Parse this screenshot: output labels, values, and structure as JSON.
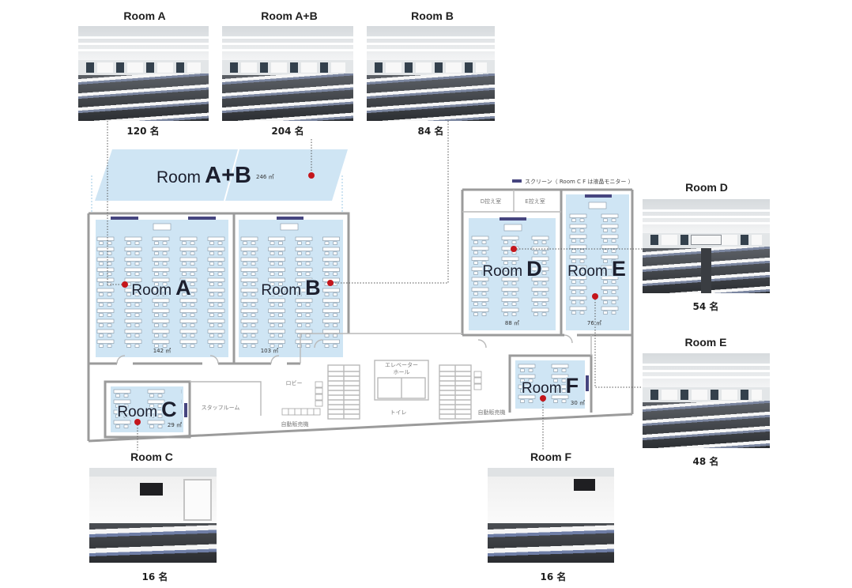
{
  "photos": {
    "room_a": {
      "label": "Room A",
      "capacity": "120 名"
    },
    "room_ab": {
      "label": "Room A+B",
      "capacity": "204 名"
    },
    "room_b": {
      "label": "Room B",
      "capacity": "84 名"
    },
    "room_d": {
      "label": "Room D",
      "capacity": "54 名"
    },
    "room_e": {
      "label": "Room E",
      "capacity": "48 名"
    },
    "room_c": {
      "label": "Room C",
      "capacity": "16 名"
    },
    "room_f": {
      "label": "Room F",
      "capacity": "16 名"
    }
  },
  "floor_plan": {
    "legend_text": "スクリーン（ Room C F は液晶モニター ）",
    "rooms": {
      "ab": {
        "word": "Room",
        "letter": "A+B",
        "area": "246 ㎡"
      },
      "a": {
        "word": "Room",
        "letter": "A",
        "area": "142 ㎡"
      },
      "b": {
        "word": "Room",
        "letter": "B",
        "area": "103 ㎡"
      },
      "c": {
        "word": "Room",
        "letter": "C",
        "area": "29 ㎡"
      },
      "d": {
        "word": "Room",
        "letter": "D",
        "area": "88 ㎡"
      },
      "e": {
        "word": "Room",
        "letter": "E",
        "area": "76 ㎡"
      },
      "f": {
        "word": "Room",
        "letter": "F",
        "area": "30 ㎡"
      }
    },
    "facilities": {
      "d_waiting": "D控え室",
      "e_waiting": "E控え室",
      "staff_room": "スタッフルーム",
      "lobby": "ロビー",
      "vending_left": "自動販売機",
      "elevator_hall_line1": "エレベーター",
      "elevator_hall_line2": "ホール",
      "toilet": "トイレ",
      "vending_right": "自動販売機"
    }
  },
  "colors": {
    "room_fill": "#cfe5f4",
    "wall": "#9b9b9b",
    "screen": "#46457f",
    "marker": "#c4161c",
    "leader_line": "#555555"
  }
}
